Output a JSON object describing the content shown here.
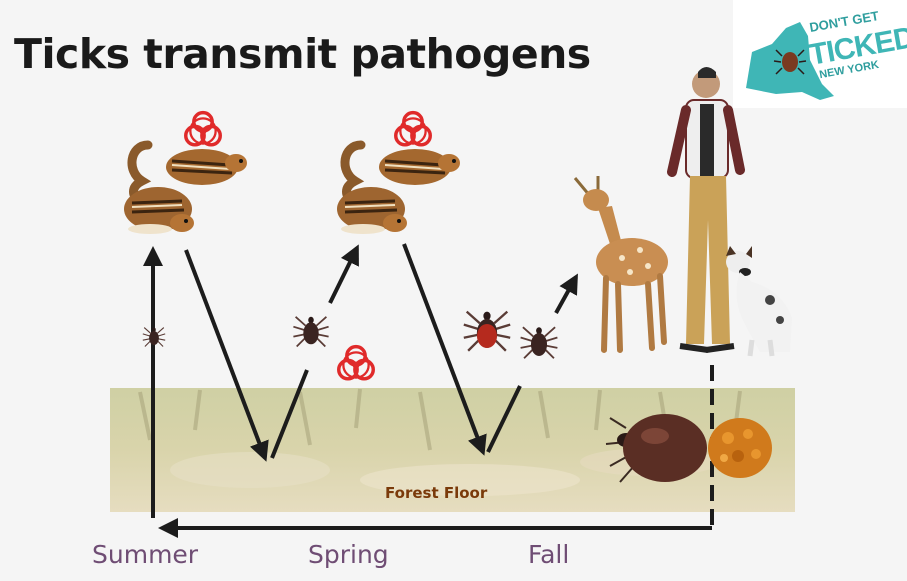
{
  "slide": {
    "title": "Ticks transmit pathogens",
    "forest_floor_label": "Forest Floor",
    "seasons": [
      "Summer",
      "Spring",
      "Fall"
    ]
  },
  "logo": {
    "line1": "DON'T GET",
    "line2": "TICKED",
    "line3": "NEW YORK",
    "color": "#3fb6b6"
  },
  "colors": {
    "biohazard": "#e02a2a",
    "arrow": "#1c1c1c",
    "season_text": "#6f4d74",
    "forest_label": "#7a3a0a"
  },
  "icons": [
    "chipmunk-icon",
    "biohazard-icon",
    "larva-tick-icon",
    "nymph-tick-icon",
    "adult-female-tick-icon",
    "adult-male-tick-icon",
    "deer-icon",
    "person-icon",
    "dog-icon",
    "engorged-tick-icon",
    "egg-mass-icon"
  ]
}
